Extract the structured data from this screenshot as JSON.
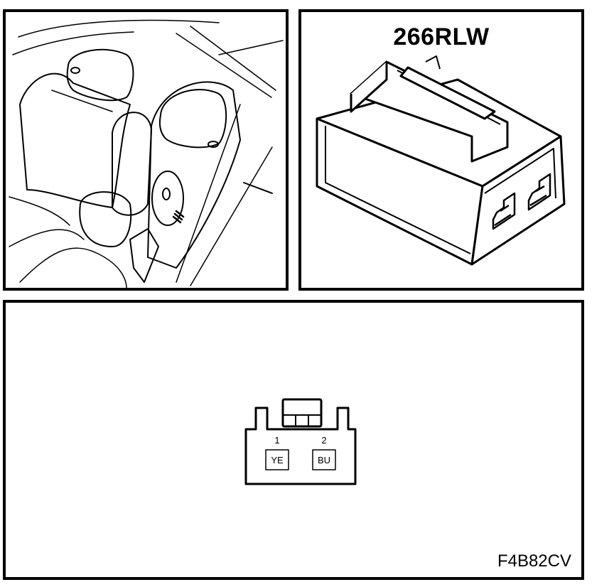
{
  "connector": {
    "code": "266RLW",
    "reference": "F4B82CV",
    "pins": [
      {
        "number": "1",
        "color": "YE"
      },
      {
        "number": "2",
        "color": "BU"
      }
    ]
  }
}
